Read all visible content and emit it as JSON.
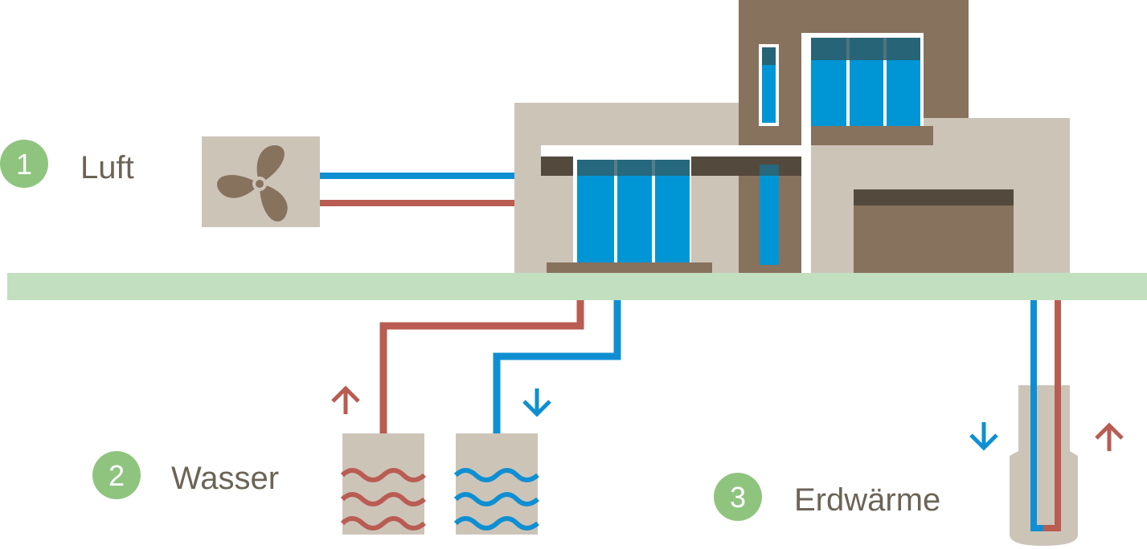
{
  "sources": [
    {
      "number": "1",
      "label": "Luft"
    },
    {
      "number": "2",
      "label": "Wasser"
    },
    {
      "number": "3",
      "label": "Erdwärme"
    }
  ],
  "colors": {
    "badge_green": "#8fc47f",
    "ground": "#c2dfbf",
    "beige": "#cdc4b8",
    "brown": "#87725e",
    "dark_brown": "#54493d",
    "glass": "#0096d6",
    "cold_pipe": "#0f8fd2",
    "warm_pipe": "#b95c52",
    "text": "#6b6457"
  },
  "icons": {
    "air_unit": "fan-icon",
    "flow_up": "arrow-up-icon",
    "flow_down": "arrow-down-icon"
  }
}
